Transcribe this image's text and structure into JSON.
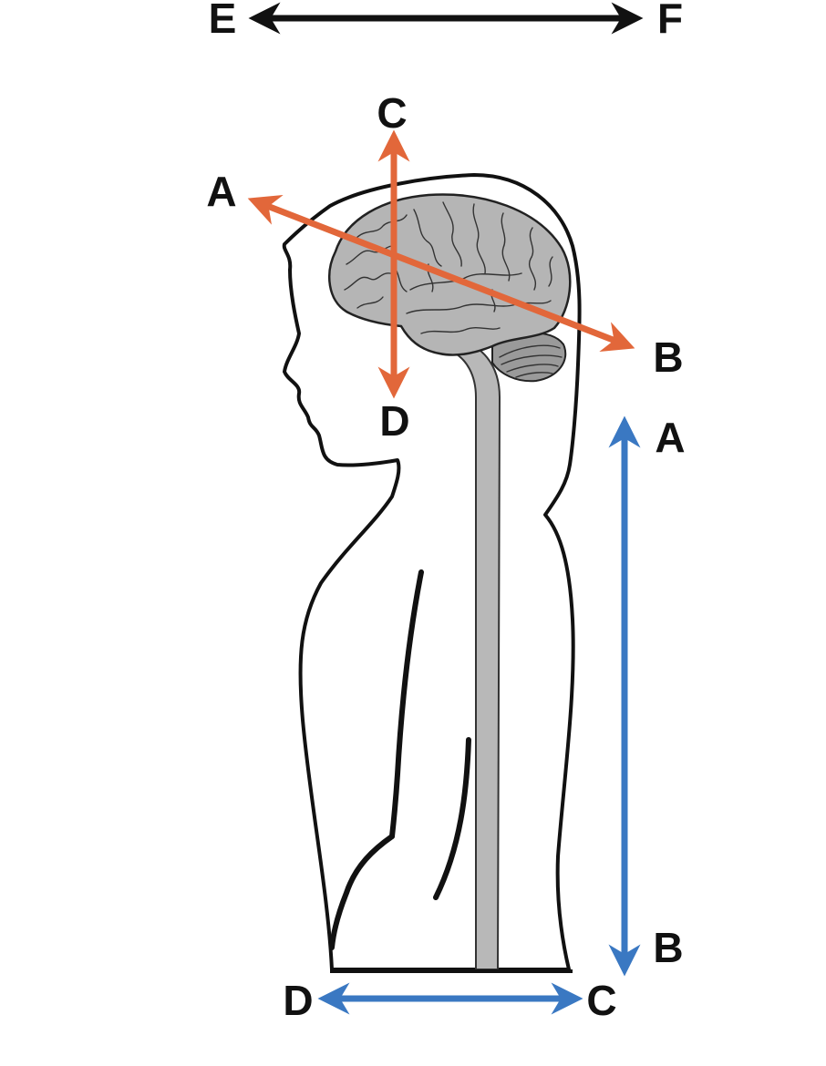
{
  "colors": {
    "human_axes": "#e2673a",
    "body_axes": "#3a78c2",
    "global_axis": "#111111",
    "brain_fill": "#b5b5b5"
  },
  "labels": {
    "rostral_caudal_brain": {
      "start": "A",
      "end": "B"
    },
    "dorsal_ventral_brain": {
      "start": "C",
      "end": "D"
    },
    "rostral_caudal_spine": {
      "start": "A",
      "end": "B"
    },
    "dorsal_ventral_spine": {
      "start": "D",
      "end": "C"
    },
    "anterior_posterior_global": {
      "start": "E",
      "end": "F"
    }
  }
}
